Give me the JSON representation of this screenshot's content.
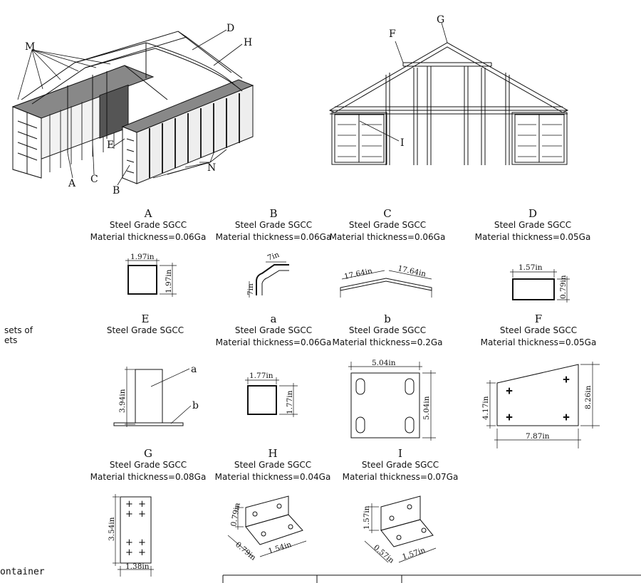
{
  "side_note": {
    "line1": "sets of",
    "line2": "ets"
  },
  "footer_fragment": "ontainer",
  "callouts": {
    "M": "M",
    "D": "D",
    "H": "H",
    "A": "A",
    "C": "C",
    "E": "E",
    "B": "B",
    "N": "N",
    "F": "F",
    "G": "G",
    "I": "I"
  },
  "parts": {
    "A": {
      "letter": "A",
      "grade": "Steel Grade SGCC",
      "thickness": "Material thickness=0.06Ga",
      "dims": [
        "1.97in",
        "1.97in"
      ]
    },
    "B": {
      "letter": "B",
      "grade": "Steel Grade SGCC",
      "thickness": "Material thickness=0.06Ga",
      "dims": [
        "7in",
        "7in"
      ]
    },
    "C": {
      "letter": "C",
      "grade": "Steel Grade SGCC",
      "thickness": "Material thickness=0.06Ga",
      "dims": [
        "17.64in",
        "17.64in"
      ]
    },
    "D": {
      "letter": "D",
      "grade": "Steel Grade SGCC",
      "thickness": "Material thickness=0.05Ga",
      "dims": [
        "1.57in",
        "0.79in"
      ]
    },
    "E": {
      "letter": "E",
      "grade": "Steel Grade SGCC",
      "dims": [
        "3.94in"
      ],
      "labels": [
        "a",
        "b"
      ]
    },
    "a": {
      "letter": "a",
      "grade": "Steel Grade SGCC",
      "thickness": "Material thickness=0.06Ga",
      "dims": [
        "1.77in",
        "1.77in"
      ]
    },
    "b": {
      "letter": "b",
      "grade": "Steel Grade SGCC",
      "thickness": "Material thickness=0.2Ga",
      "dims": [
        "5.04in",
        "5.04in"
      ]
    },
    "F": {
      "letter": "F",
      "grade": "Steel Grade SGCC",
      "thickness": "Material thickness=0.05Ga",
      "dims": [
        "4.17in",
        "8.26in",
        "7.87in"
      ]
    },
    "G": {
      "letter": "G",
      "grade": "Steel Grade SGCC",
      "thickness": "Material thickness=0.08Ga",
      "dims": [
        "3.54in",
        "1.38in"
      ]
    },
    "H": {
      "letter": "H",
      "grade": "Steel Grade SGCC",
      "thickness": "Material thickness=0.04Ga",
      "dims": [
        "0.79in",
        "0.79in",
        "1.54in"
      ]
    },
    "I": {
      "letter": "I",
      "grade": "Steel Grade SGCC",
      "thickness": "Material thickness=0.07Ga",
      "dims": [
        "1.57in",
        "0.57in",
        "1.57in"
      ]
    }
  }
}
